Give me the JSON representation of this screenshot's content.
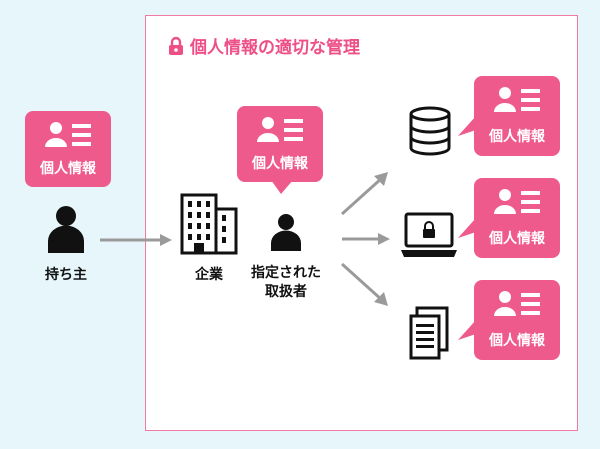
{
  "frame": {
    "title": "個人情報の適切な管理"
  },
  "owner": {
    "label": "持ち主",
    "card_label": "個人情報"
  },
  "company": {
    "label": "企業"
  },
  "handler": {
    "label_line1": "指定された",
    "label_line2": "取扱者",
    "card_label": "個人情報"
  },
  "destinations": [
    {
      "icon": "database-icon",
      "card_label": "個人情報"
    },
    {
      "icon": "laptop-lock-icon",
      "card_label": "個人情報"
    },
    {
      "icon": "document-icon",
      "card_label": "個人情報"
    }
  ],
  "colors": {
    "accent": "#ef5a8d",
    "frame_border": "#f07aa4",
    "background": "#e6f6fb",
    "arrow": "#9a9a9a"
  }
}
